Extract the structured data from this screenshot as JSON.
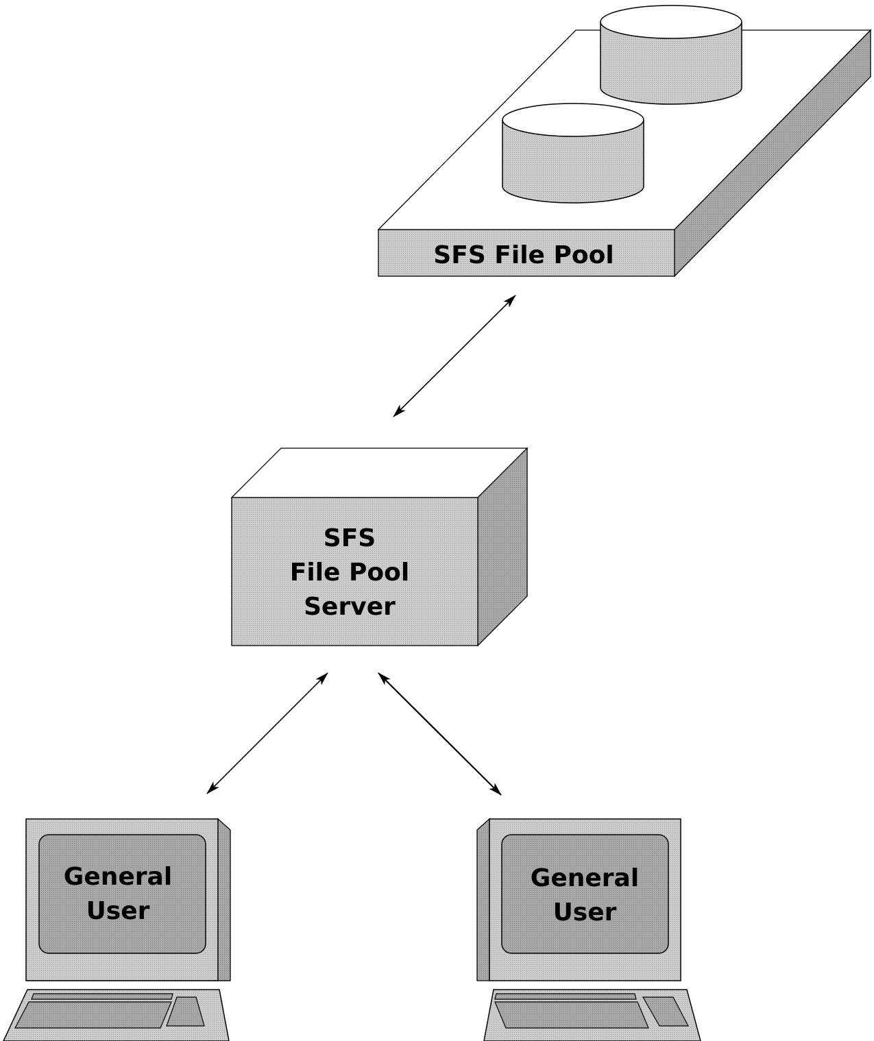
{
  "diagram": {
    "file_pool": {
      "label": "SFS File Pool",
      "disk_count": 2
    },
    "server": {
      "label_lines": [
        "SFS",
        "File Pool",
        "Server"
      ]
    },
    "users": [
      {
        "label_lines": [
          "General",
          "User"
        ]
      },
      {
        "label_lines": [
          "General",
          "User"
        ]
      }
    ],
    "connections": [
      {
        "from": "SFS File Pool",
        "to": "SFS File Pool Server",
        "bidirectional": true
      },
      {
        "from": "SFS File Pool Server",
        "to": "General User",
        "bidirectional": true
      },
      {
        "from": "SFS File Pool Server",
        "to": "General User",
        "bidirectional": true
      }
    ]
  },
  "colors": {
    "fill": "#c8c8c8",
    "side": "#9a9a9a",
    "screen": "#a8a8a8",
    "line": "#000000",
    "background": "#ffffff"
  }
}
